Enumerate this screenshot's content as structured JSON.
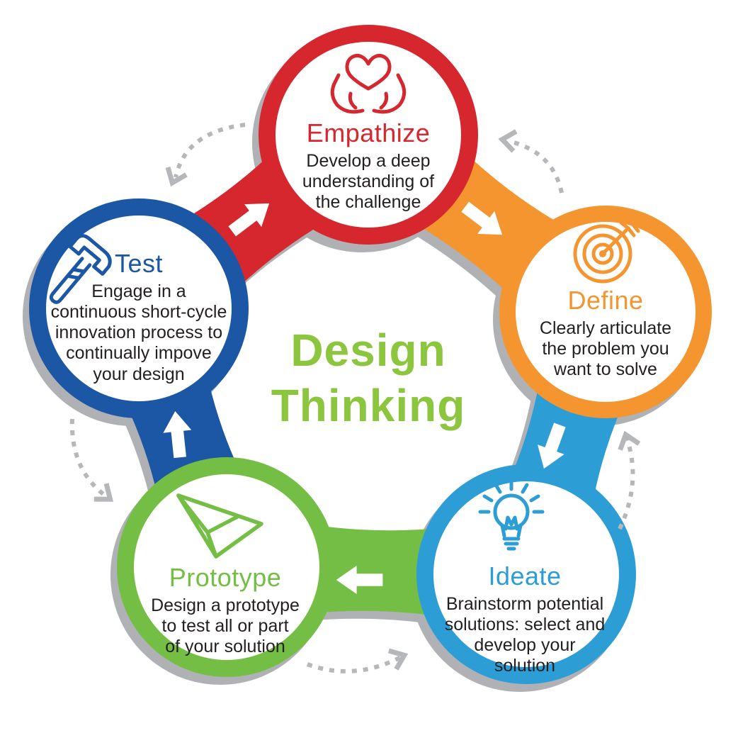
{
  "title": {
    "line1": "Design",
    "line2": "Thinking",
    "color": "#8CC63F"
  },
  "steps": [
    {
      "id": "empathize",
      "label": "Empathize",
      "description": "Develop a deep\nunderstanding of\nthe challenge",
      "color": "#D7272E",
      "icon": "heart-in-hands-icon"
    },
    {
      "id": "define",
      "label": "Define",
      "description": "Clearly articulate\nthe problem you\nwant to solve",
      "color": "#F5952F",
      "icon": "target-arrow-icon"
    },
    {
      "id": "ideate",
      "label": "Ideate",
      "description": "Brainstorm potential\nsolutions: select and\ndevelop your\nsolution",
      "color": "#2D9DD6",
      "icon": "lightbulb-icon"
    },
    {
      "id": "prototype",
      "label": "Prototype",
      "description": "Design a prototype\nto test all or part\nof your solution",
      "color": "#74BE45",
      "icon": "paper-plane-icon"
    },
    {
      "id": "test",
      "label": "Test",
      "description": "Engage in a\ncontinuous short-cycle\ninnovation process to\ncontinually impove\nyour design",
      "color": "#1C57A5",
      "icon": "hammer-icon"
    }
  ],
  "flow": {
    "direction": "clockwise",
    "solid_arrows": [
      {
        "from": "Test",
        "to": "Empathize"
      },
      {
        "from": "Empathize",
        "to": "Define"
      },
      {
        "from": "Define",
        "to": "Ideate"
      },
      {
        "from": "Ideate",
        "to": "Prototype"
      },
      {
        "from": "Prototype",
        "to": "Test"
      }
    ],
    "dashed_feedback_arrows": [
      {
        "from": "Empathize",
        "to": "Test"
      },
      {
        "from": "Define",
        "to": "Empathize"
      },
      {
        "from": "Ideate",
        "to": "Define"
      },
      {
        "from": "Prototype",
        "to": "Ideate"
      },
      {
        "from": "Test",
        "to": "Prototype"
      }
    ]
  },
  "colors": {
    "arrow": "#FFFFFF",
    "shadow": "#AFB1B4",
    "dashed_arrow": "#B5B7BA",
    "body_text": "#231F20",
    "background": "#FFFFFF"
  }
}
